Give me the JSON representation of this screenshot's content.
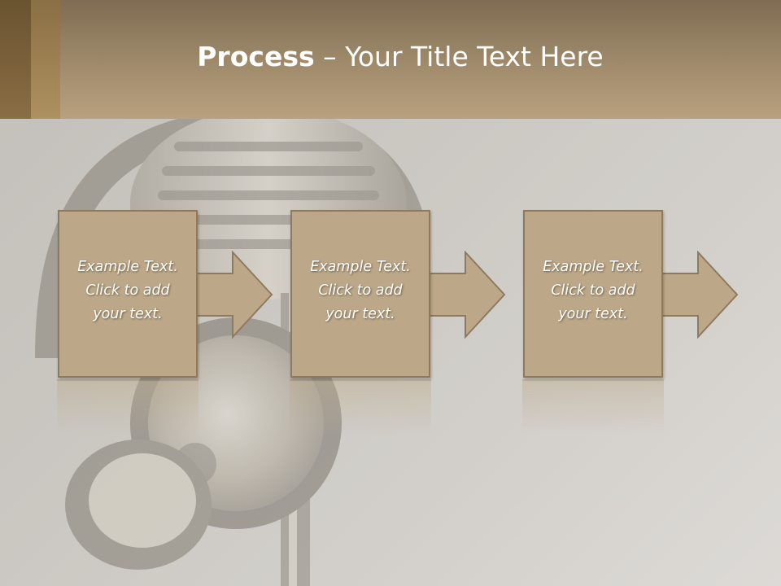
{
  "slide": {
    "title_bold": "Process",
    "title_rest": " – Your Title Text Here"
  },
  "steps": [
    {
      "text": "Example Text.\nClick  to add\nyour text."
    },
    {
      "text": "Example Text.\nClick  to add\nyour text."
    },
    {
      "text": "Example Text.\nClick  to add\nyour text."
    }
  ],
  "colors": {
    "title_bar": "#b9a17f",
    "box_fill": "#bca888",
    "box_border": "#8e7a5e",
    "text": "#ffffff"
  },
  "icons": [
    "microphone-headphones-background",
    "right-arrow-icon"
  ]
}
